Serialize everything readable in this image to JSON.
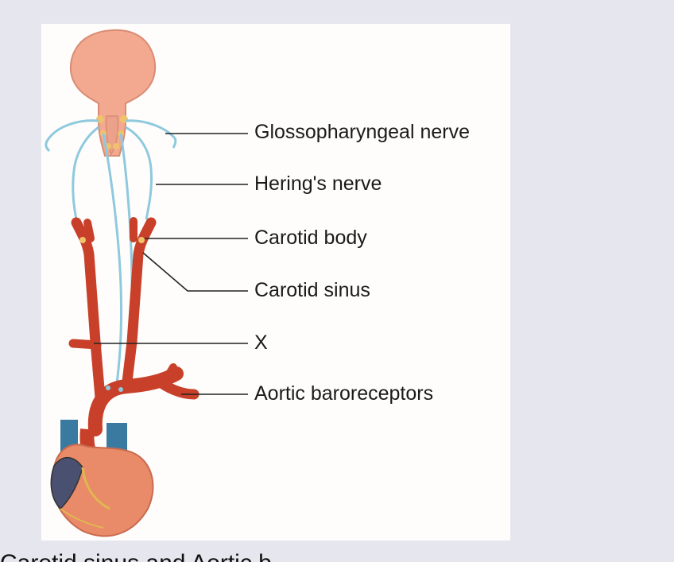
{
  "labels": {
    "glossopharyngeal": "Glossopharyngeal nerve",
    "herings": "Hering's nerve",
    "carotid_body": "Carotid body",
    "carotid_sinus": "Carotid sinus",
    "x": "X",
    "aortic": "Aortic baroreceptors"
  },
  "caption": "Carotid sinus and Aortic b",
  "colors": {
    "background": "#e6e6ee",
    "panel": "#fefdfc",
    "artery": "#c8402a",
    "nerve": "#8fc9de",
    "brain": "#f2a98f",
    "heart": "#e98a68"
  }
}
